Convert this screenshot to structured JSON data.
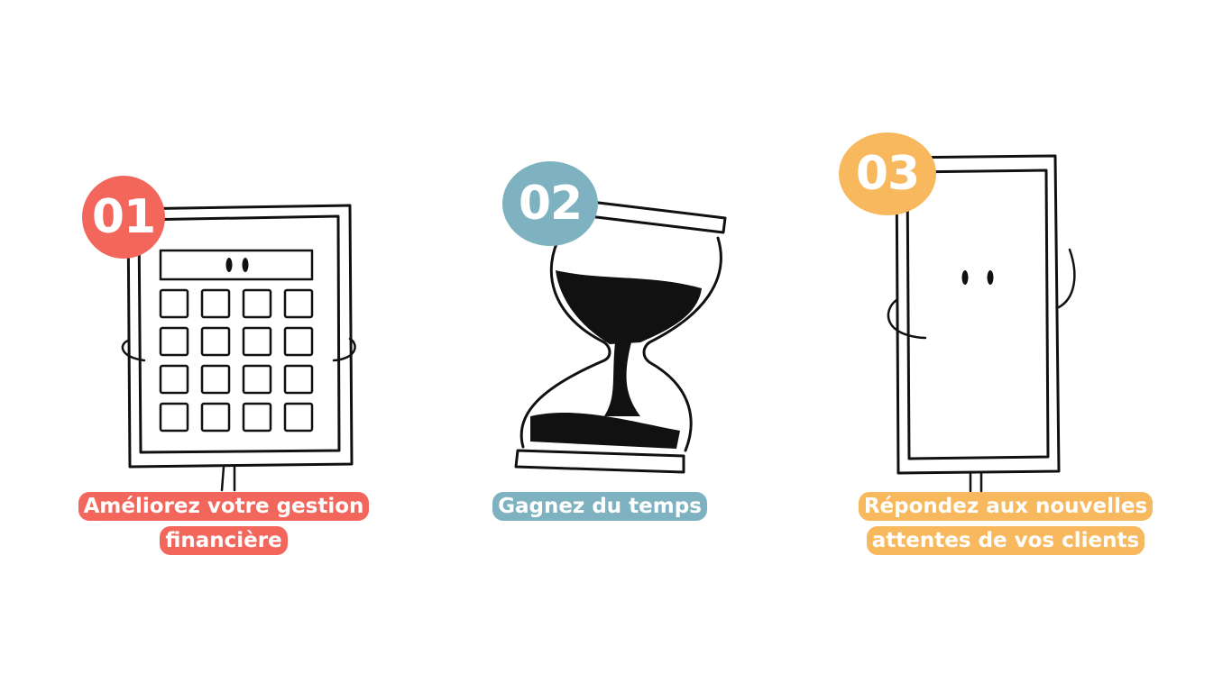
{
  "colors": {
    "step1": "#f2665c",
    "step2": "#7fb2c1",
    "step3": "#f8b85d"
  },
  "steps": [
    {
      "number": "01",
      "caption": "Améliorez votre gestion financière",
      "icon": "calculator-icon"
    },
    {
      "number": "02",
      "caption": "Gagnez du temps",
      "icon": "hourglass-icon"
    },
    {
      "number": "03",
      "caption": "Répondez aux nouvelles attentes de vos clients",
      "icon": "smartphone-icon"
    }
  ]
}
